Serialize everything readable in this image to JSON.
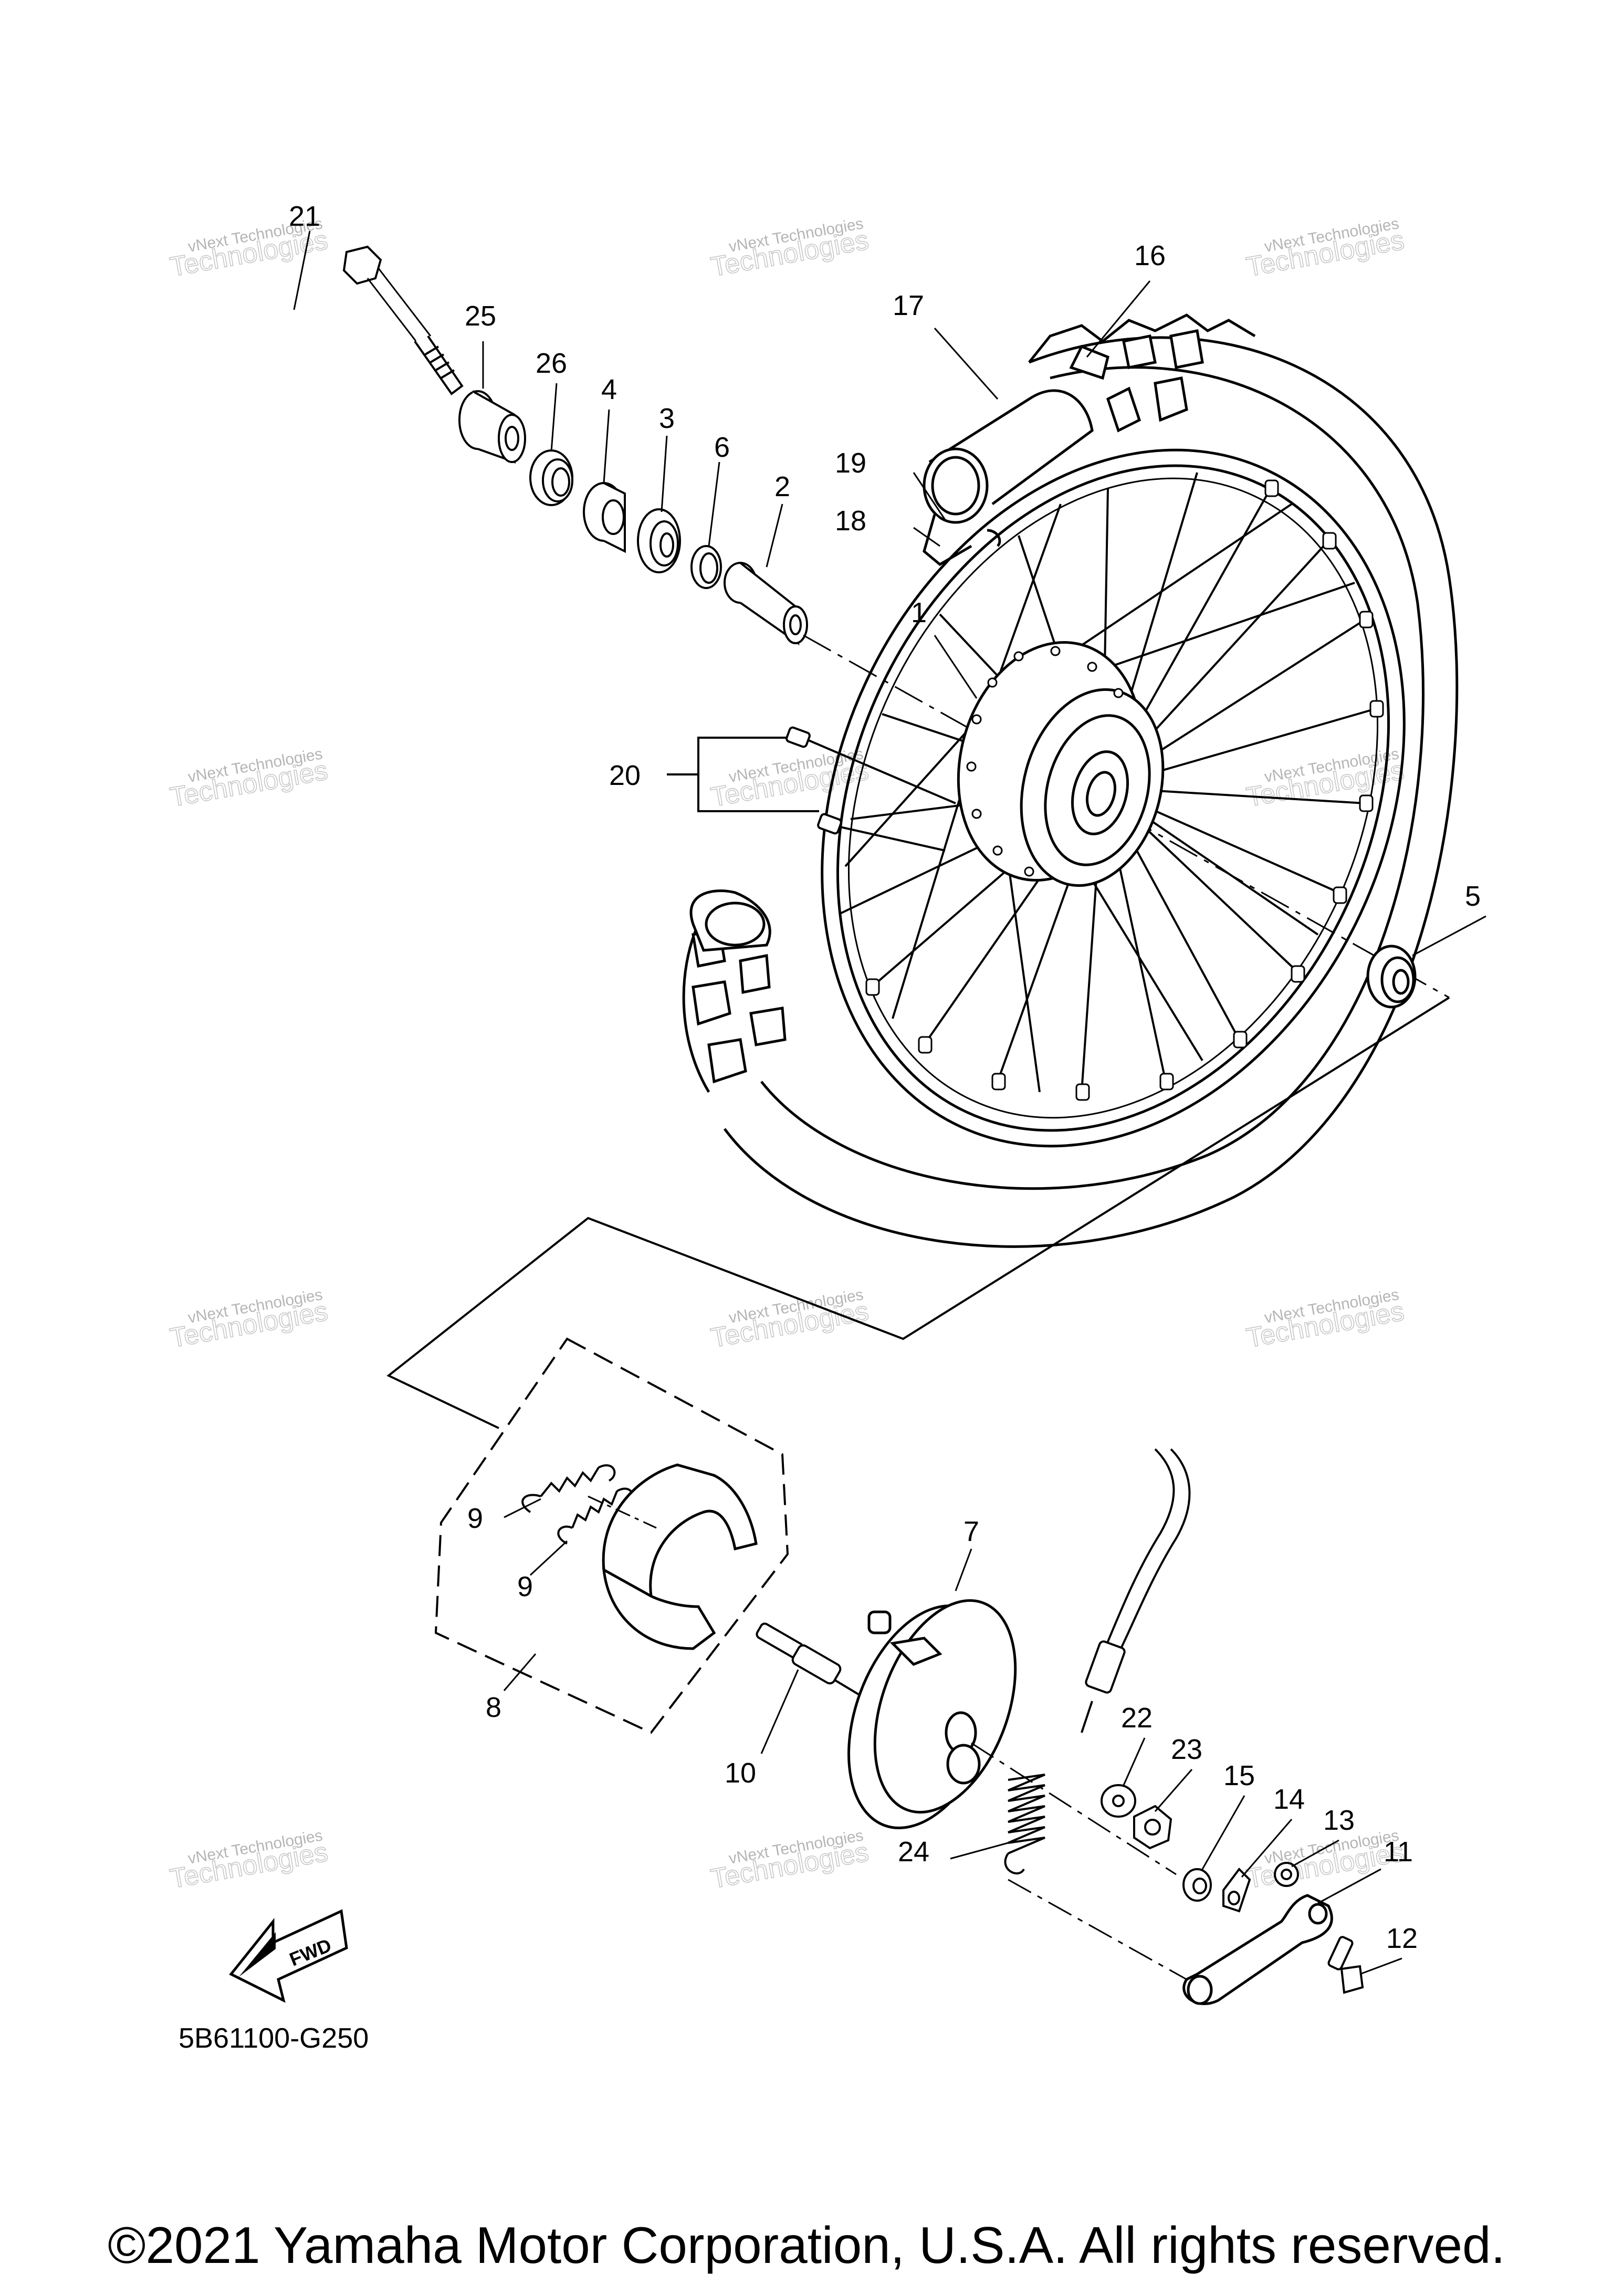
{
  "callouts": [
    {
      "id": "21",
      "label": "21"
    },
    {
      "id": "25",
      "label": "25"
    },
    {
      "id": "26",
      "label": "26"
    },
    {
      "id": "4",
      "label": "4"
    },
    {
      "id": "3",
      "label": "3"
    },
    {
      "id": "6",
      "label": "6"
    },
    {
      "id": "2",
      "label": "2"
    },
    {
      "id": "16",
      "label": "16"
    },
    {
      "id": "17",
      "label": "17"
    },
    {
      "id": "19",
      "label": "19"
    },
    {
      "id": "18",
      "label": "18"
    },
    {
      "id": "1",
      "label": "1"
    },
    {
      "id": "20",
      "label": "20"
    },
    {
      "id": "5",
      "label": "5"
    },
    {
      "id": "9a",
      "label": "9"
    },
    {
      "id": "9b",
      "label": "9"
    },
    {
      "id": "8",
      "label": "8"
    },
    {
      "id": "7",
      "label": "7"
    },
    {
      "id": "10",
      "label": "10"
    },
    {
      "id": "22",
      "label": "22"
    },
    {
      "id": "23",
      "label": "23"
    },
    {
      "id": "15",
      "label": "15"
    },
    {
      "id": "14",
      "label": "14"
    },
    {
      "id": "13",
      "label": "13"
    },
    {
      "id": "11",
      "label": "11"
    },
    {
      "id": "24",
      "label": "24"
    },
    {
      "id": "12",
      "label": "12"
    }
  ],
  "watermark": {
    "line1": "vNext Technologies",
    "line2": "Technologies"
  },
  "fwd_label": "FWD",
  "diagram_code": "5B61100-G250",
  "copyright": "©2021 Yamaha Motor Corporation, U.S.A. All rights reserved."
}
